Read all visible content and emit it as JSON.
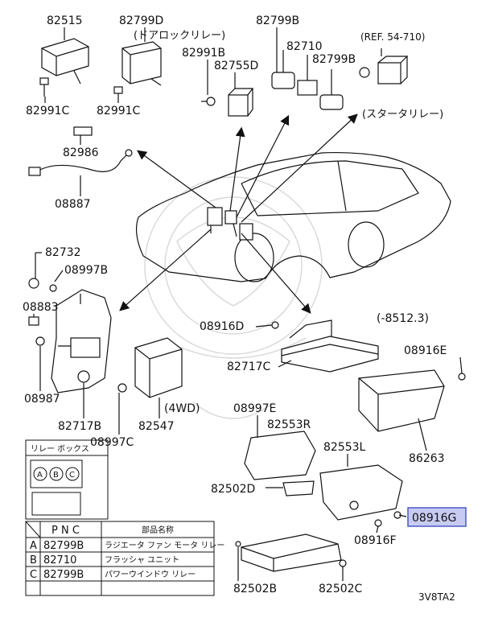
{
  "labels": {
    "p82515": "82515",
    "p82799D": "82799D",
    "door_lock_relay": "(ドアロックリレー)",
    "p82799B_top": "82799B",
    "p82710": "82710",
    "p82799B_mid": "82799B",
    "ref": "(REF. 54-710)",
    "p82991B": "82991B",
    "p82755D": "82755D",
    "starter_relay": "(スタータリレー)",
    "p82991C_a": "82991C",
    "p82991C_b": "82991C",
    "p82986": "82986",
    "p08887": "08887",
    "p82732": "82732",
    "p08997B": "08997B",
    "p08883": "08883",
    "p08987": "08987",
    "p82717B": "82717B",
    "p08997C": "08997C",
    "p82547": "82547",
    "fourwd": "(4WD)",
    "p08916D": "08916D",
    "date_range": "(-8512.3)",
    "p82717C": "82717C",
    "p08916E": "08916E",
    "p08997E": "08997E",
    "p82553R": "82553R",
    "p82553L": "82553L",
    "p86263": "86263",
    "p82502D": "82502D",
    "p08916G": "08916G",
    "p08916F": "08916F",
    "p82502B": "82502B",
    "p82502C": "82502C",
    "code": "3V8TA2"
  },
  "relay_box": {
    "title": "リレー ボックス",
    "slots": [
      "A",
      "B",
      "C"
    ]
  },
  "table": {
    "header_pnc": "P N C",
    "header_name": "部品名称",
    "rows": [
      {
        "key": "A",
        "pnc": "82799B",
        "name": "ラジエータ ファン モータ リレー"
      },
      {
        "key": "B",
        "pnc": "82710",
        "name": "フラッシャ ユニット"
      },
      {
        "key": "C",
        "pnc": "82799B",
        "name": "パワーウインドウ リレー"
      }
    ]
  },
  "colors": {
    "highlight_fill": "#c7cbf2",
    "highlight_stroke": "#4b58c9"
  }
}
